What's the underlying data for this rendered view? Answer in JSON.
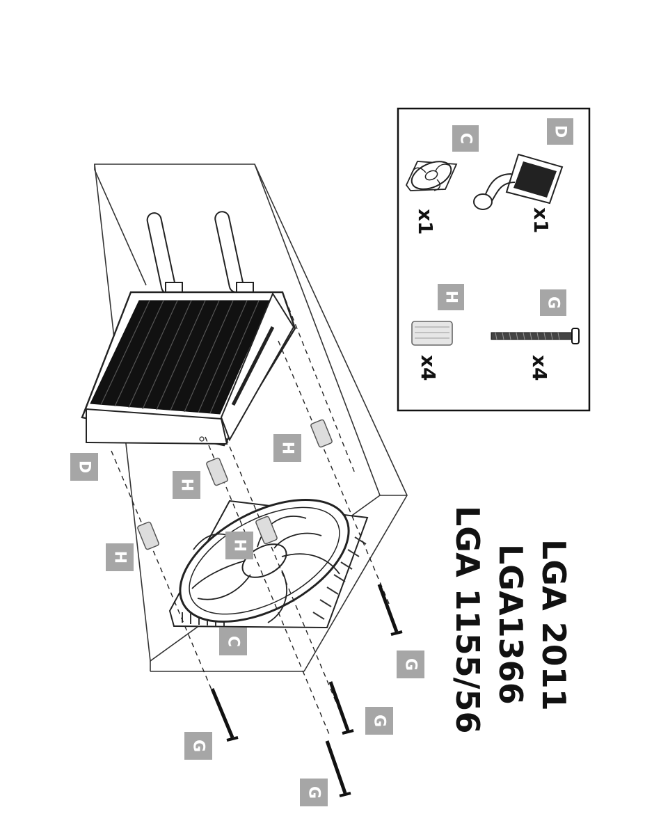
{
  "socket_labels": [
    "LGA 2011",
    "LGA1366",
    "LGA 1155/56"
  ],
  "parts_box": {
    "items": [
      {
        "letter": "D",
        "qty": "x1"
      },
      {
        "letter": "C",
        "qty": "x1"
      },
      {
        "letter": "G",
        "qty": "x4"
      },
      {
        "letter": "H",
        "qty": "x4"
      }
    ]
  },
  "callouts": {
    "d": "D",
    "c": "C",
    "h": "H",
    "g": "G"
  },
  "colors": {
    "tag": "#a6a6a6",
    "line": "#222222"
  }
}
